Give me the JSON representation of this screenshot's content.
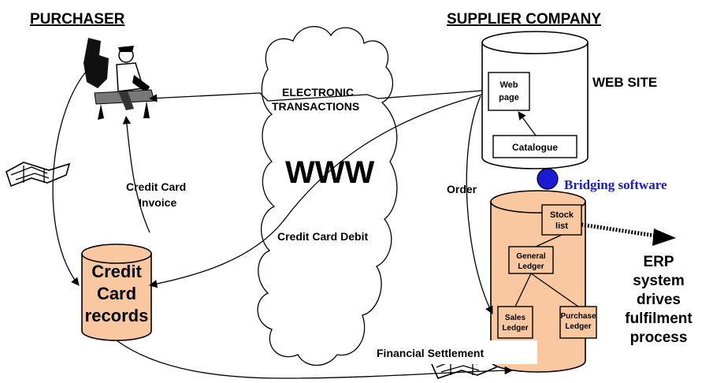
{
  "headings": {
    "purchaser": "PURCHASER",
    "supplier": "SUPPLIER COMPANY"
  },
  "cloud": {
    "www": "WWW",
    "electronic_transactions": [
      "ELECTRONIC",
      "TRANSACTIONS"
    ],
    "credit_card_debit": "Credit Card Debit"
  },
  "purchaser_side": {
    "credit_card_invoice": [
      "Credit Card",
      "Invoice"
    ],
    "credit_card_records": [
      "Credit",
      "Card",
      "records"
    ]
  },
  "website": {
    "label": "WEB SITE",
    "web_page": [
      "Web",
      "page"
    ],
    "catalogue": "Catalogue"
  },
  "bridging": {
    "label": "Bridging software",
    "color": "#1a1ad6"
  },
  "erp": {
    "order": "Order",
    "stock_list": [
      "Stock",
      "list"
    ],
    "general_ledger": [
      "General",
      "Ledger"
    ],
    "sales_ledger": [
      "Sales",
      "Ledger"
    ],
    "purchase_ledger": [
      "Purchase",
      "Ledger"
    ],
    "erp_text": [
      "ERP",
      "system",
      "drives",
      "fulfilment",
      "process"
    ]
  },
  "financial_settlement": "Financial Settlement",
  "colors": {
    "db_fill": "#f9c8a0",
    "line": "#000000",
    "background": "#ffffff"
  }
}
